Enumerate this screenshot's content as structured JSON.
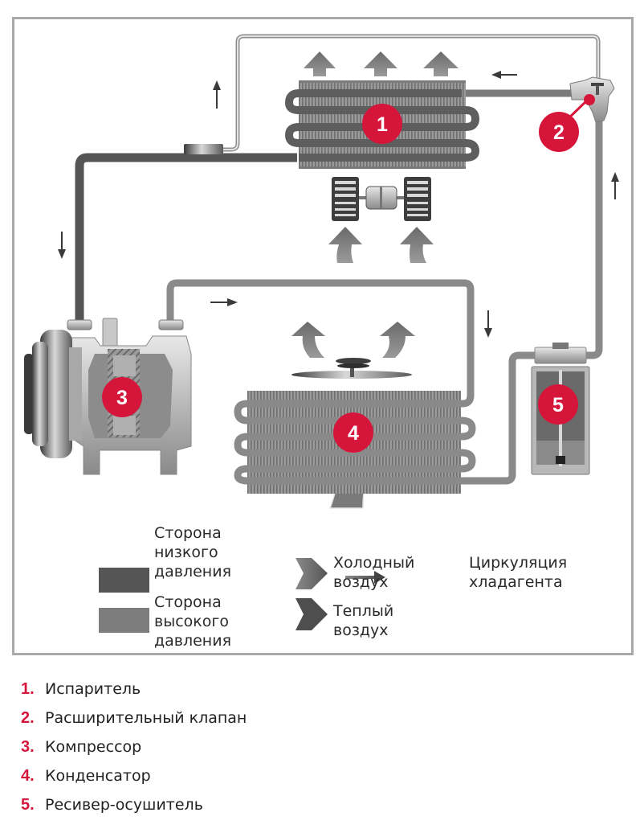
{
  "colors": {
    "badge": "#d5163a",
    "low_pressure": "#555555",
    "high_pressure": "#8c8c8c",
    "frame": "#a9a9a9",
    "list_number": "#d5163a"
  },
  "badges": [
    {
      "number": "1",
      "component": "evaporator"
    },
    {
      "number": "2",
      "component": "expansion-valve"
    },
    {
      "number": "3",
      "component": "compressor"
    },
    {
      "number": "4",
      "component": "condenser"
    },
    {
      "number": "5",
      "component": "receiver-drier"
    }
  ],
  "legend": {
    "low_pressure": "Сторона\nнизкого\nдавления",
    "high_pressure": "Сторона\nвысокого\nдавления",
    "cold_air": "Холодный\nвоздух",
    "warm_air": "Теплый\nвоздух",
    "refrigerant_flow": "Циркуляция\nхладагента"
  },
  "components": [
    {
      "number": "1.",
      "label": "Испаритель"
    },
    {
      "number": "2.",
      "label": "Расширительный клапан"
    },
    {
      "number": "3.",
      "label": "Компрессор"
    },
    {
      "number": "4.",
      "label": "Конденсатор"
    },
    {
      "number": "5.",
      "label": "Ресивер-осушитель"
    }
  ]
}
